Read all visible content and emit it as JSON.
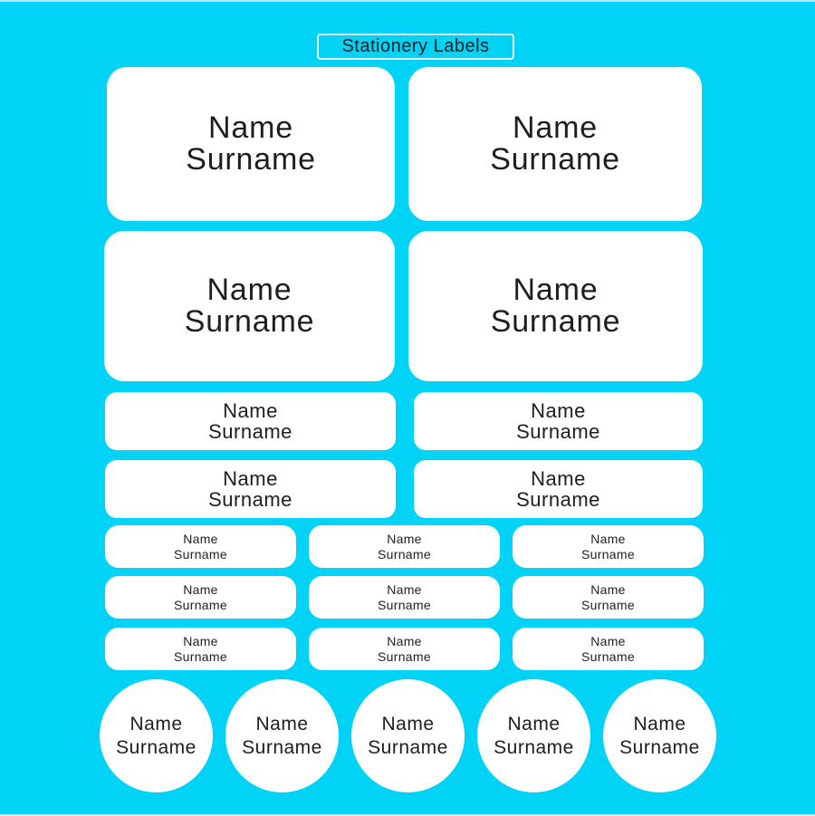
{
  "page": {
    "title": "Stationery Labels",
    "background_color": "#00d3f5",
    "label_color": "#ffffff",
    "text_color": "#1e1e1e"
  },
  "label_text": {
    "line1": "Name",
    "line2": "Surname"
  },
  "label_sheet": {
    "large_label_count": 4,
    "medium_label_count": 4,
    "small_label_count": 9,
    "round_label_count": 5
  }
}
